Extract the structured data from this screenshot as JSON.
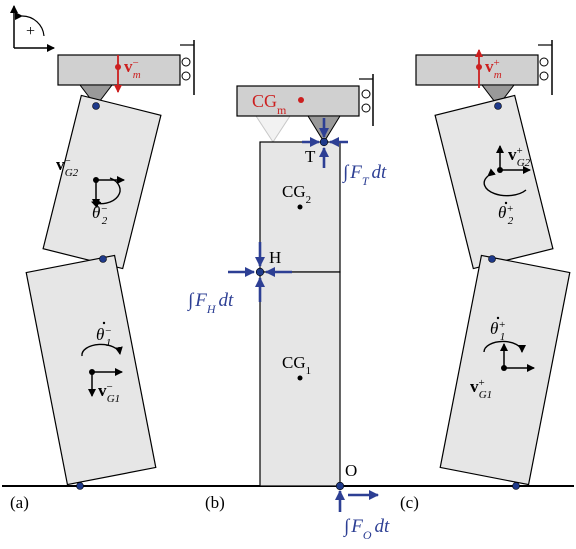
{
  "colors": {
    "block_fill": "#e6e6e6",
    "block_fill_dark": "#d0d0d0",
    "stroke": "#000000",
    "node": "#1f3a8a",
    "force_blue": "#2d3f94",
    "mass_red": "#cc1f1f",
    "pin_fill": "#999999",
    "ghost": "#c8c8c8"
  },
  "sign_convention": {
    "label": "+"
  },
  "panels": {
    "a": {
      "label": "(a)",
      "mass_velocity": {
        "base": "v",
        "sup": "−",
        "sub": "m"
      },
      "upper_block_velocity": {
        "base": "v",
        "sup": "−",
        "sub": "G2"
      },
      "upper_block_omega": {
        "base": "θ",
        "sup": "−",
        "sub": "2"
      },
      "lower_block_omega": {
        "base": "θ",
        "sup": "−",
        "sub": "1"
      },
      "lower_block_velocity": {
        "base": "v",
        "sup": "−",
        "sub": "G1"
      }
    },
    "b": {
      "label": "(b)",
      "mass_label": {
        "base": "CG",
        "sub": "m"
      },
      "top_pin": "T",
      "middle_pin": "H",
      "base_point": "O",
      "upper_cg": {
        "base": "CG",
        "sub": "2"
      },
      "lower_cg": {
        "base": "CG",
        "sub": "1"
      },
      "impulse_T": {
        "prefix": "∫",
        "base": "F",
        "sub": "T",
        "suffix": "dt"
      },
      "impulse_H": {
        "prefix": "∫",
        "base": "F",
        "sub": "H",
        "suffix": "dt"
      },
      "impulse_O": {
        "prefix": "∫",
        "base": "F",
        "sub": "O",
        "suffix": "dt"
      }
    },
    "c": {
      "label": "(c)",
      "mass_velocity": {
        "base": "v",
        "sup": "+",
        "sub": "m"
      },
      "upper_block_velocity": {
        "base": "v",
        "sup": "+",
        "sub": "G2"
      },
      "upper_block_omega": {
        "base": "θ",
        "sup": "+",
        "sub": "2"
      },
      "lower_block_omega": {
        "base": "θ",
        "sup": "+",
        "sub": "1"
      },
      "lower_block_velocity": {
        "base": "v",
        "sup": "+",
        "sub": "G1"
      }
    }
  }
}
